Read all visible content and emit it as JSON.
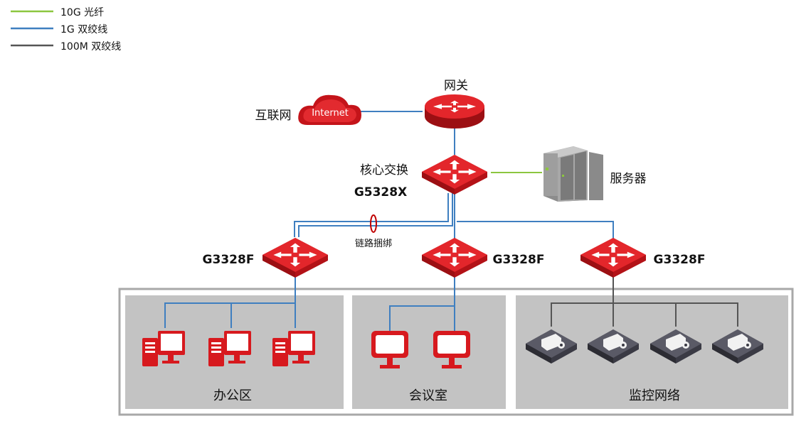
{
  "legend": [
    {
      "label": "10G 光纤",
      "color": "#8cc63f"
    },
    {
      "label": "1G 双绞线",
      "color": "#3f7fc0"
    },
    {
      "label": "100M 双绞线",
      "color": "#555555"
    }
  ],
  "nodes": {
    "internet": {
      "name": "互联网",
      "cloud_text": "Internet"
    },
    "gateway": {
      "name": "网关"
    },
    "core": {
      "name": "核心交换",
      "model": "G5328X"
    },
    "server": {
      "name": "服务器"
    },
    "access": [
      {
        "model": "G3328F"
      },
      {
        "model": "G3328F"
      },
      {
        "model": "G3328F"
      }
    ]
  },
  "link_aggregation_label": "链路捆绑",
  "zones": [
    {
      "name": "办公区"
    },
    {
      "name": "会议室"
    },
    {
      "name": "监控网络"
    }
  ],
  "colors": {
    "device_red": "#d7191e",
    "zone_bg": "#c3c3c3",
    "zone_border": "#a8a8a8"
  }
}
